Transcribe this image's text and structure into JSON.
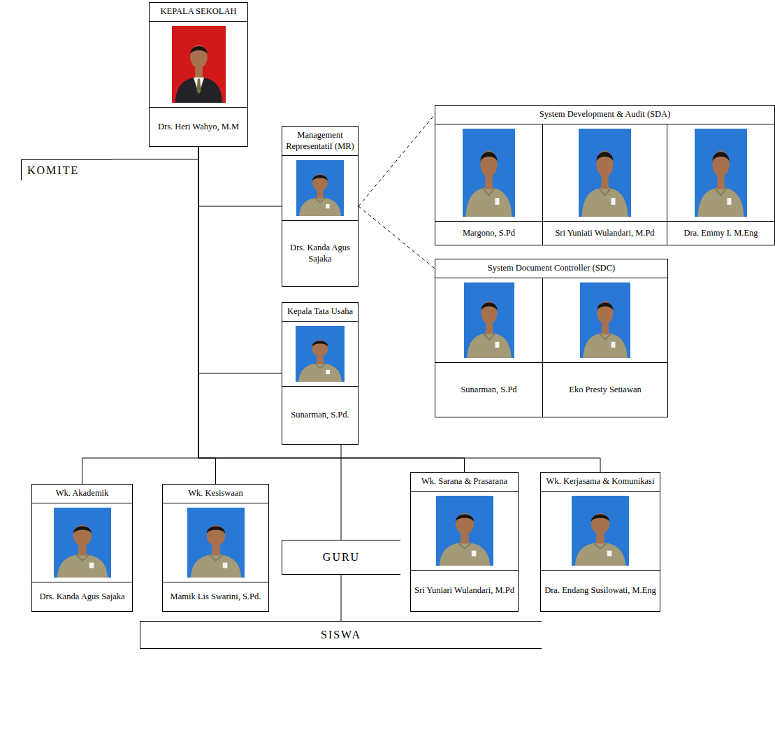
{
  "diagram": {
    "nodes": [
      {
        "text": [
          "KEPALA SEKOLAH",
          "Drs. Heri Wahyo, M.M"
        ]
      },
      {
        "text": [
          "KOMITE"
        ]
      },
      {
        "text": [
          "Management Representatif (MR)",
          "Drs. Kanda Agus Sajaka"
        ]
      },
      {
        "text": [
          "System Development & Audit (SDA)"
        ]
      },
      {
        "text": [
          "Margono, S.Pd"
        ],
        "in": 3
      },
      {
        "text": [
          "Sri Yuniati Wulandari, M.Pd"
        ],
        "in": 3
      },
      {
        "text": [
          "Dra. Emmy I. M.Eng"
        ],
        "in": 3
      },
      {
        "text": [
          "System Document Controller (SDC)"
        ]
      },
      {
        "text": [
          "Sunarman, S.Pd"
        ],
        "in": 7
      },
      {
        "text": [
          "Eko Presty Setiawan"
        ],
        "in": 7
      },
      {
        "text": [
          "Kepala Tata Usaha",
          "Sunarman, S.Pd."
        ]
      },
      {
        "text": [
          "Wk. Akademik",
          "Drs. Kanda Agus Sajaka"
        ]
      },
      {
        "text": [
          "Wk. Kesiswaan",
          "Mamik Lis Swarini, S.Pd."
        ]
      },
      {
        "text": [
          "Wk. Sarana & Prasarana",
          "Sri Yuniari Wulandari, M.Pd"
        ]
      },
      {
        "text": [
          "Wk. Kerjasama & Komunikasi",
          "Dra. Endang Susilowati, M.Eng"
        ]
      },
      {
        "text": [
          "GURU"
        ]
      },
      {
        "text": [
          "SISWA"
        ]
      }
    ],
    "edges": [
      {
        "from": 0,
        "to": 1,
        "arrow": "none"
      },
      {
        "from": 0,
        "to": 2,
        "arrow": "none"
      },
      {
        "from": 0,
        "to": 10,
        "arrow": "none"
      },
      {
        "from": 0,
        "to": 11,
        "arrow": "none"
      },
      {
        "from": 0,
        "to": 12,
        "arrow": "none"
      },
      {
        "from": 0,
        "to": 13,
        "arrow": "none"
      },
      {
        "from": 0,
        "to": 14,
        "arrow": "none"
      },
      {
        "from": 2,
        "to": 3,
        "arrow": "none"
      },
      {
        "from": 2,
        "to": 7,
        "arrow": "none"
      },
      {
        "from": 10,
        "to": 15,
        "arrow": "none"
      },
      {
        "from": 15,
        "to": 16,
        "arrow": "none"
      }
    ]
  }
}
